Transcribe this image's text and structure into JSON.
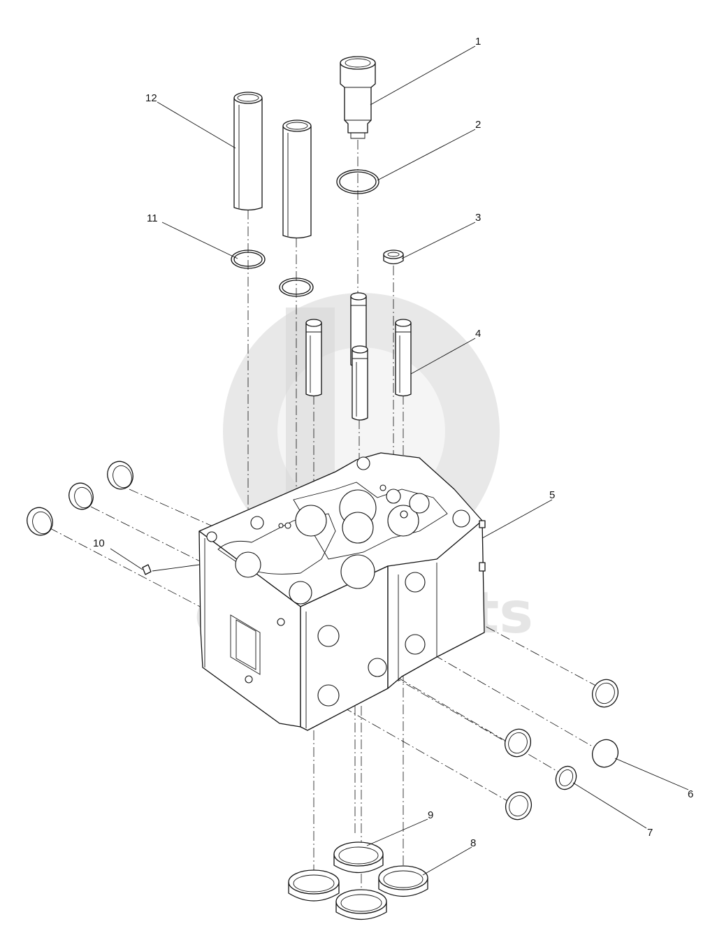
{
  "watermark": {
    "text": "data-parts",
    "color": "#d0d0d0"
  },
  "callouts": [
    {
      "id": "1",
      "label": "1"
    },
    {
      "id": "2",
      "label": "2"
    },
    {
      "id": "3",
      "label": "3"
    },
    {
      "id": "4",
      "label": "4"
    },
    {
      "id": "5",
      "label": "5"
    },
    {
      "id": "6",
      "label": "6"
    },
    {
      "id": "7",
      "label": "7"
    },
    {
      "id": "8",
      "label": "8"
    },
    {
      "id": "9",
      "label": "9"
    },
    {
      "id": "10",
      "label": "10"
    },
    {
      "id": "11",
      "label": "11"
    },
    {
      "id": "12",
      "label": "12"
    }
  ]
}
